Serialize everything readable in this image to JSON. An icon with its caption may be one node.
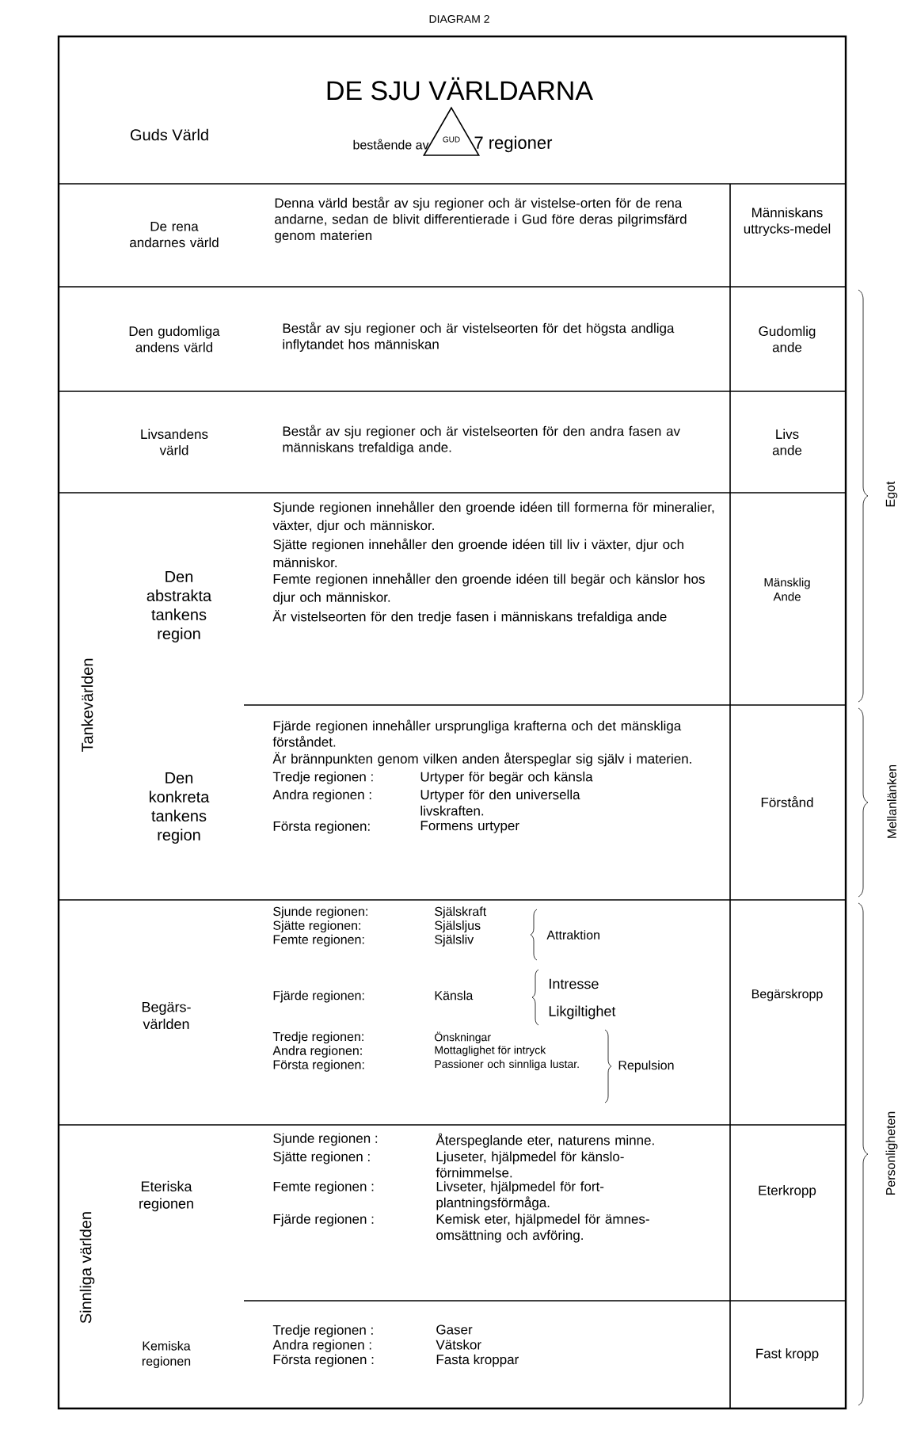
{
  "diagram": {
    "title": "DE SJU VÄRLDARNA",
    "nodes": [
      {
        "text": [
          "GUD"
        ],
        "beside": [
          "bestående av",
          "7 regioner"
        ]
      }
    ],
    "labels": [
      "DIAGRAM 2",
      "Guds Värld",
      "De rena andarnes värld",
      "Denna värld består av sju regioner och är vistelse-orten för de rena andarne, sedan de blivit differentierade i Gud före deras pilgrimsfärd genom materien",
      "Människans uttrycks-medel",
      "Den gudomliga andens värld",
      "Består av sju regioner och är vistelseorten för det högsta andliga inflytandet hos människan",
      "Gudomlig ande",
      "Livsandens värld",
      "Består av sju regioner och är vistelseorten för den andra fasen av människans trefaldiga ande.",
      "Livs ande",
      "Tankevärlden",
      "Den abstrakta tankens region",
      "Sjunde regionen innehåller den groende idéen till formerna för mineralier, växter, djur och människor.",
      "Sjätte regionen innehåller den groende idéen till liv i växter, djur och människor.",
      "Femte regionen innehåller den groende idéen till begär och känslor hos djur och människor.",
      "Är vistelseorten för den tredje fasen i människans trefaldiga ande",
      "Mänsklig Ande",
      "Den konkreta tankens region",
      "Fjärde regionen innehåller ursprungliga krafterna och det mänskliga förståndet.",
      "Är brännpunkten genom vilken anden återspeglar sig själv i materien.",
      "Tredje regionen :",
      "Urtyper för begär och känsla",
      "Andra regionen :",
      "Urtyper för den universella livskraften.",
      "Första regionen:",
      "Formens urtyper",
      "Förstånd",
      "Begärs-världen",
      "Sjunde regionen:",
      "Själskraft",
      "Sjätte regionen:",
      "Själsljus",
      "Femte regionen:",
      "Själsliv",
      "Attraktion",
      "Fjärde regionen:",
      "Känsla",
      "Intresse",
      "Likgiltighet",
      "Tredje regionen:",
      "Önskningar",
      "Andra regionen:",
      "Mottaglighet för intryck",
      "Första regionen:",
      "Passioner och sinnliga lustar.",
      "Repulsion",
      "Begärskropp",
      "Sinnliga världen",
      "Eteriska regionen",
      "Sjunde regionen :",
      "Återspeglande eter, naturens minne.",
      "Sjätte regionen :",
      "Ljuseter, hjälpmedel för känslo-förnimmelse.",
      "Femte regionen :",
      "Livseter, hjälpmedel för fort-plantningsförmåga.",
      "Fjärde regionen :",
      "Kemisk eter, hjälpmedel för ämnes-omsättning och avföring.",
      "Eterkropp",
      "Kemiska regionen",
      "Tredje regionen :",
      "Gaser",
      "Andra regionen :",
      "Vätskor",
      "Första regionen :",
      "Fasta kroppar",
      "Fast kropp",
      "Egot",
      "Mellanlänken",
      "Personligheten"
    ]
  }
}
